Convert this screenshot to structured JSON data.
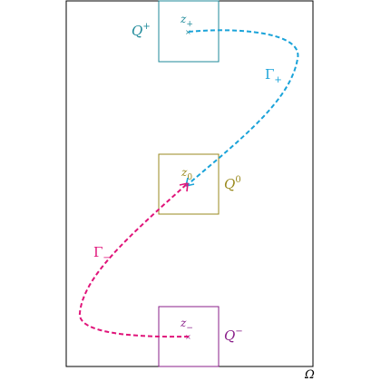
{
  "domain_label": "Ω",
  "squares": {
    "plus": {
      "name": "Q",
      "sup": "+",
      "point": "z",
      "point_sub": "+",
      "color": "#1f8a9a"
    },
    "zero": {
      "name": "Q",
      "sup": "0",
      "point": "z",
      "point_sub": "0",
      "color": "#9a8a1f"
    },
    "minus": {
      "name": "Q",
      "sup": "−",
      "point": "z",
      "point_sub": "−",
      "color": "#8a1f8a"
    }
  },
  "curves": {
    "gamma_plus": {
      "name": "Γ",
      "sub": "+",
      "color": "#1aa3d9"
    },
    "gamma_minus": {
      "name": "Γ",
      "sub": "−",
      "color": "#e0147a"
    }
  }
}
